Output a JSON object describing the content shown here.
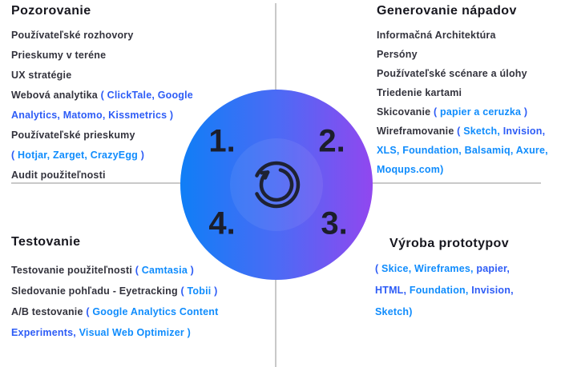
{
  "palette": {
    "background": "#ffffff",
    "divider": "#c9c9c9",
    "heading_text": "#17171f",
    "body_text": "#33333d",
    "link_blue": "#2d5cf6",
    "link_azure": "#0f8cfd",
    "circle_gradient_start": "#0f7ef6",
    "circle_gradient_end": "#9147ef",
    "number_text": "#1b1e2b",
    "icon_stroke": "#1e2233"
  },
  "center": {
    "numbers": [
      "1.",
      "2.",
      "3.",
      "4."
    ],
    "icon": "iteration-cycle-arrows"
  },
  "quadrants": {
    "observation": {
      "title": "Pozorovanie",
      "lines": [
        [
          {
            "t": "Používateľské rozhovory",
            "c": "d"
          }
        ],
        [
          {
            "t": "Prieskumy v teréne",
            "c": "d"
          }
        ],
        [
          {
            "t": "UX stratégie",
            "c": "d"
          }
        ],
        [
          {
            "t": "Webová analytika ",
            "c": "d"
          },
          {
            "t": "( ClickTale, Google",
            "c": "b"
          }
        ],
        [
          {
            "t": "Analytics, Matomo, Kissmetrics )",
            "c": "b"
          }
        ],
        [
          {
            "t": "Používateľské prieskumy",
            "c": "d"
          }
        ],
        [
          {
            "t": "( ",
            "c": "b"
          },
          {
            "t": "Hotjar, Zarget, CrazyEgg",
            "c": "a"
          },
          {
            "t": " )",
            "c": "b"
          }
        ],
        [
          {
            "t": "Audit použiteľnosti",
            "c": "d"
          }
        ]
      ]
    },
    "ideation": {
      "title": "Generovanie nápadov",
      "lines": [
        [
          {
            "t": "Informačná Architektúra",
            "c": "d"
          }
        ],
        [
          {
            "t": "Persóny",
            "c": "d"
          }
        ],
        [
          {
            "t": "Používateľské scénare a úlohy",
            "c": "d"
          }
        ],
        [
          {
            "t": "Triedenie kartami",
            "c": "d"
          }
        ],
        [
          {
            "t": "Skicovanie ",
            "c": "d"
          },
          {
            "t": "( ",
            "c": "b"
          },
          {
            "t": "papier a ceruzka",
            "c": "a"
          },
          {
            "t": " )",
            "c": "b"
          }
        ],
        [
          {
            "t": "Wireframovanie ",
            "c": "d"
          },
          {
            "t": "( ",
            "c": "b"
          },
          {
            "t": "Sketch,",
            "c": "a"
          },
          {
            "t": " Invision,",
            "c": "b"
          }
        ],
        [
          {
            "t": "XLS, Foundation, Balsamiq, Axure,",
            "c": "a"
          }
        ],
        [
          {
            "t": "Moqups.com)",
            "c": "a"
          }
        ]
      ]
    },
    "testing": {
      "title": "Testovanie",
      "lines": [
        [
          {
            "t": "Testovanie použiteľnosti ",
            "c": "d"
          },
          {
            "t": "( ",
            "c": "b"
          },
          {
            "t": "Camtasia",
            "c": "a"
          },
          {
            "t": " )",
            "c": "b"
          }
        ],
        [
          {
            "t": "Sledovanie pohľadu - Eyetracking ",
            "c": "d"
          },
          {
            "t": "( ",
            "c": "b"
          },
          {
            "t": "Tobii",
            "c": "a"
          },
          {
            "t": " )",
            "c": "b"
          }
        ],
        [
          {
            "t": "A/B testovanie ",
            "c": "d"
          },
          {
            "t": "( ",
            "c": "b"
          },
          {
            "t": "Google Analytics Content",
            "c": "a"
          }
        ],
        [
          {
            "t": "Experiments, ",
            "c": "b"
          },
          {
            "t": "Visual Web Optimizer )",
            "c": "a"
          }
        ]
      ]
    },
    "prototyping": {
      "title": "Výroba prototypov",
      "lines": [
        [
          {
            "t": "( ",
            "c": "b"
          },
          {
            "t": "Skice, Wireframes,",
            "c": "a"
          },
          {
            "t": " papier,",
            "c": "b"
          }
        ],
        [
          {
            "t": "HTML, ",
            "c": "b"
          },
          {
            "t": "Foundation,",
            "c": "a"
          },
          {
            "t": " Invision,",
            "c": "b"
          }
        ],
        [
          {
            "t": "Sketch)",
            "c": "a"
          }
        ]
      ]
    }
  }
}
